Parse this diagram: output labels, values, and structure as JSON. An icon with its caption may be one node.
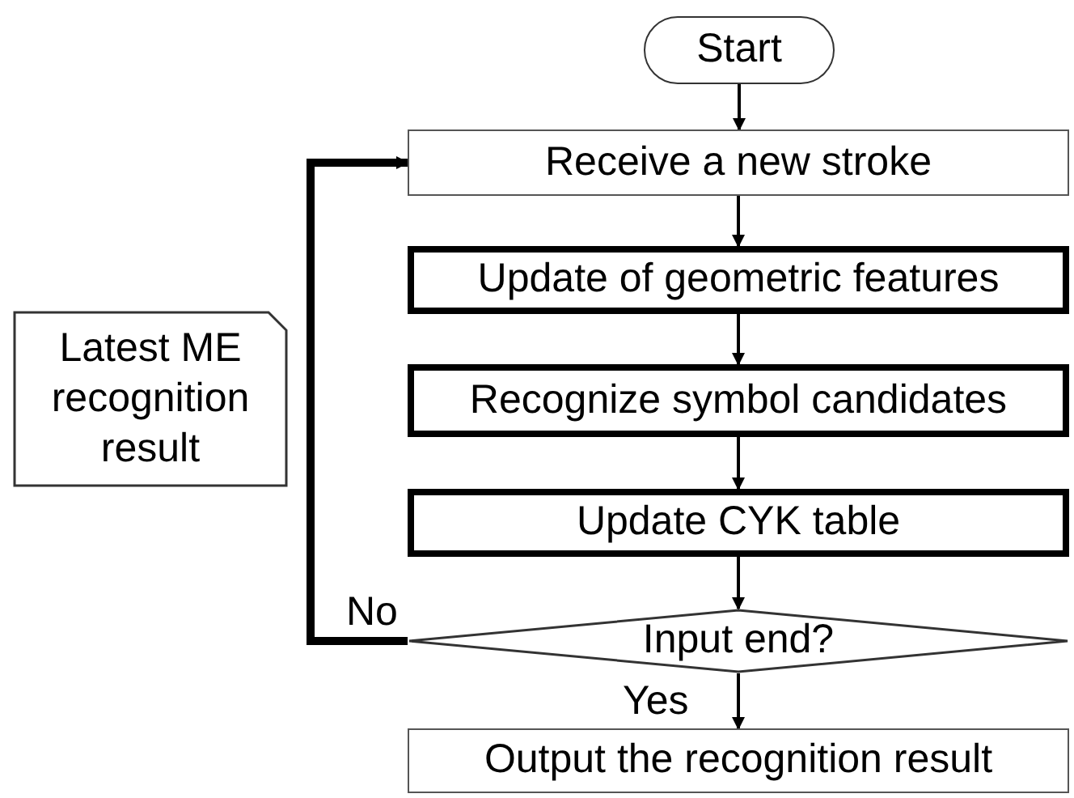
{
  "diagram": {
    "nodes": [
      {
        "text": [
          "Start"
        ]
      },
      {
        "text": [
          "Receive a new stroke"
        ]
      },
      {
        "text": [
          "Update of geometric features"
        ]
      },
      {
        "text": [
          "Recognize symbol candidates"
        ]
      },
      {
        "text": [
          "Update CYK table"
        ]
      },
      {
        "text": [
          "Input end?"
        ]
      },
      {
        "text": [
          "Output the recognition result"
        ]
      },
      {
        "text": [
          "Latest ME recognition result"
        ]
      }
    ],
    "edges": [
      {
        "from": 0,
        "to": 1,
        "arrow": "to"
      },
      {
        "from": 1,
        "to": 2,
        "arrow": "to"
      },
      {
        "from": 2,
        "to": 3,
        "arrow": "to"
      },
      {
        "from": 3,
        "to": 4,
        "arrow": "to"
      },
      {
        "from": 4,
        "to": 5,
        "arrow": "to"
      },
      {
        "from": 5,
        "to": 6,
        "arrow": "to",
        "label": "Yes"
      },
      {
        "from": 5,
        "to": 1,
        "arrow": "to",
        "label": "No",
        "style": "thick"
      }
    ]
  }
}
